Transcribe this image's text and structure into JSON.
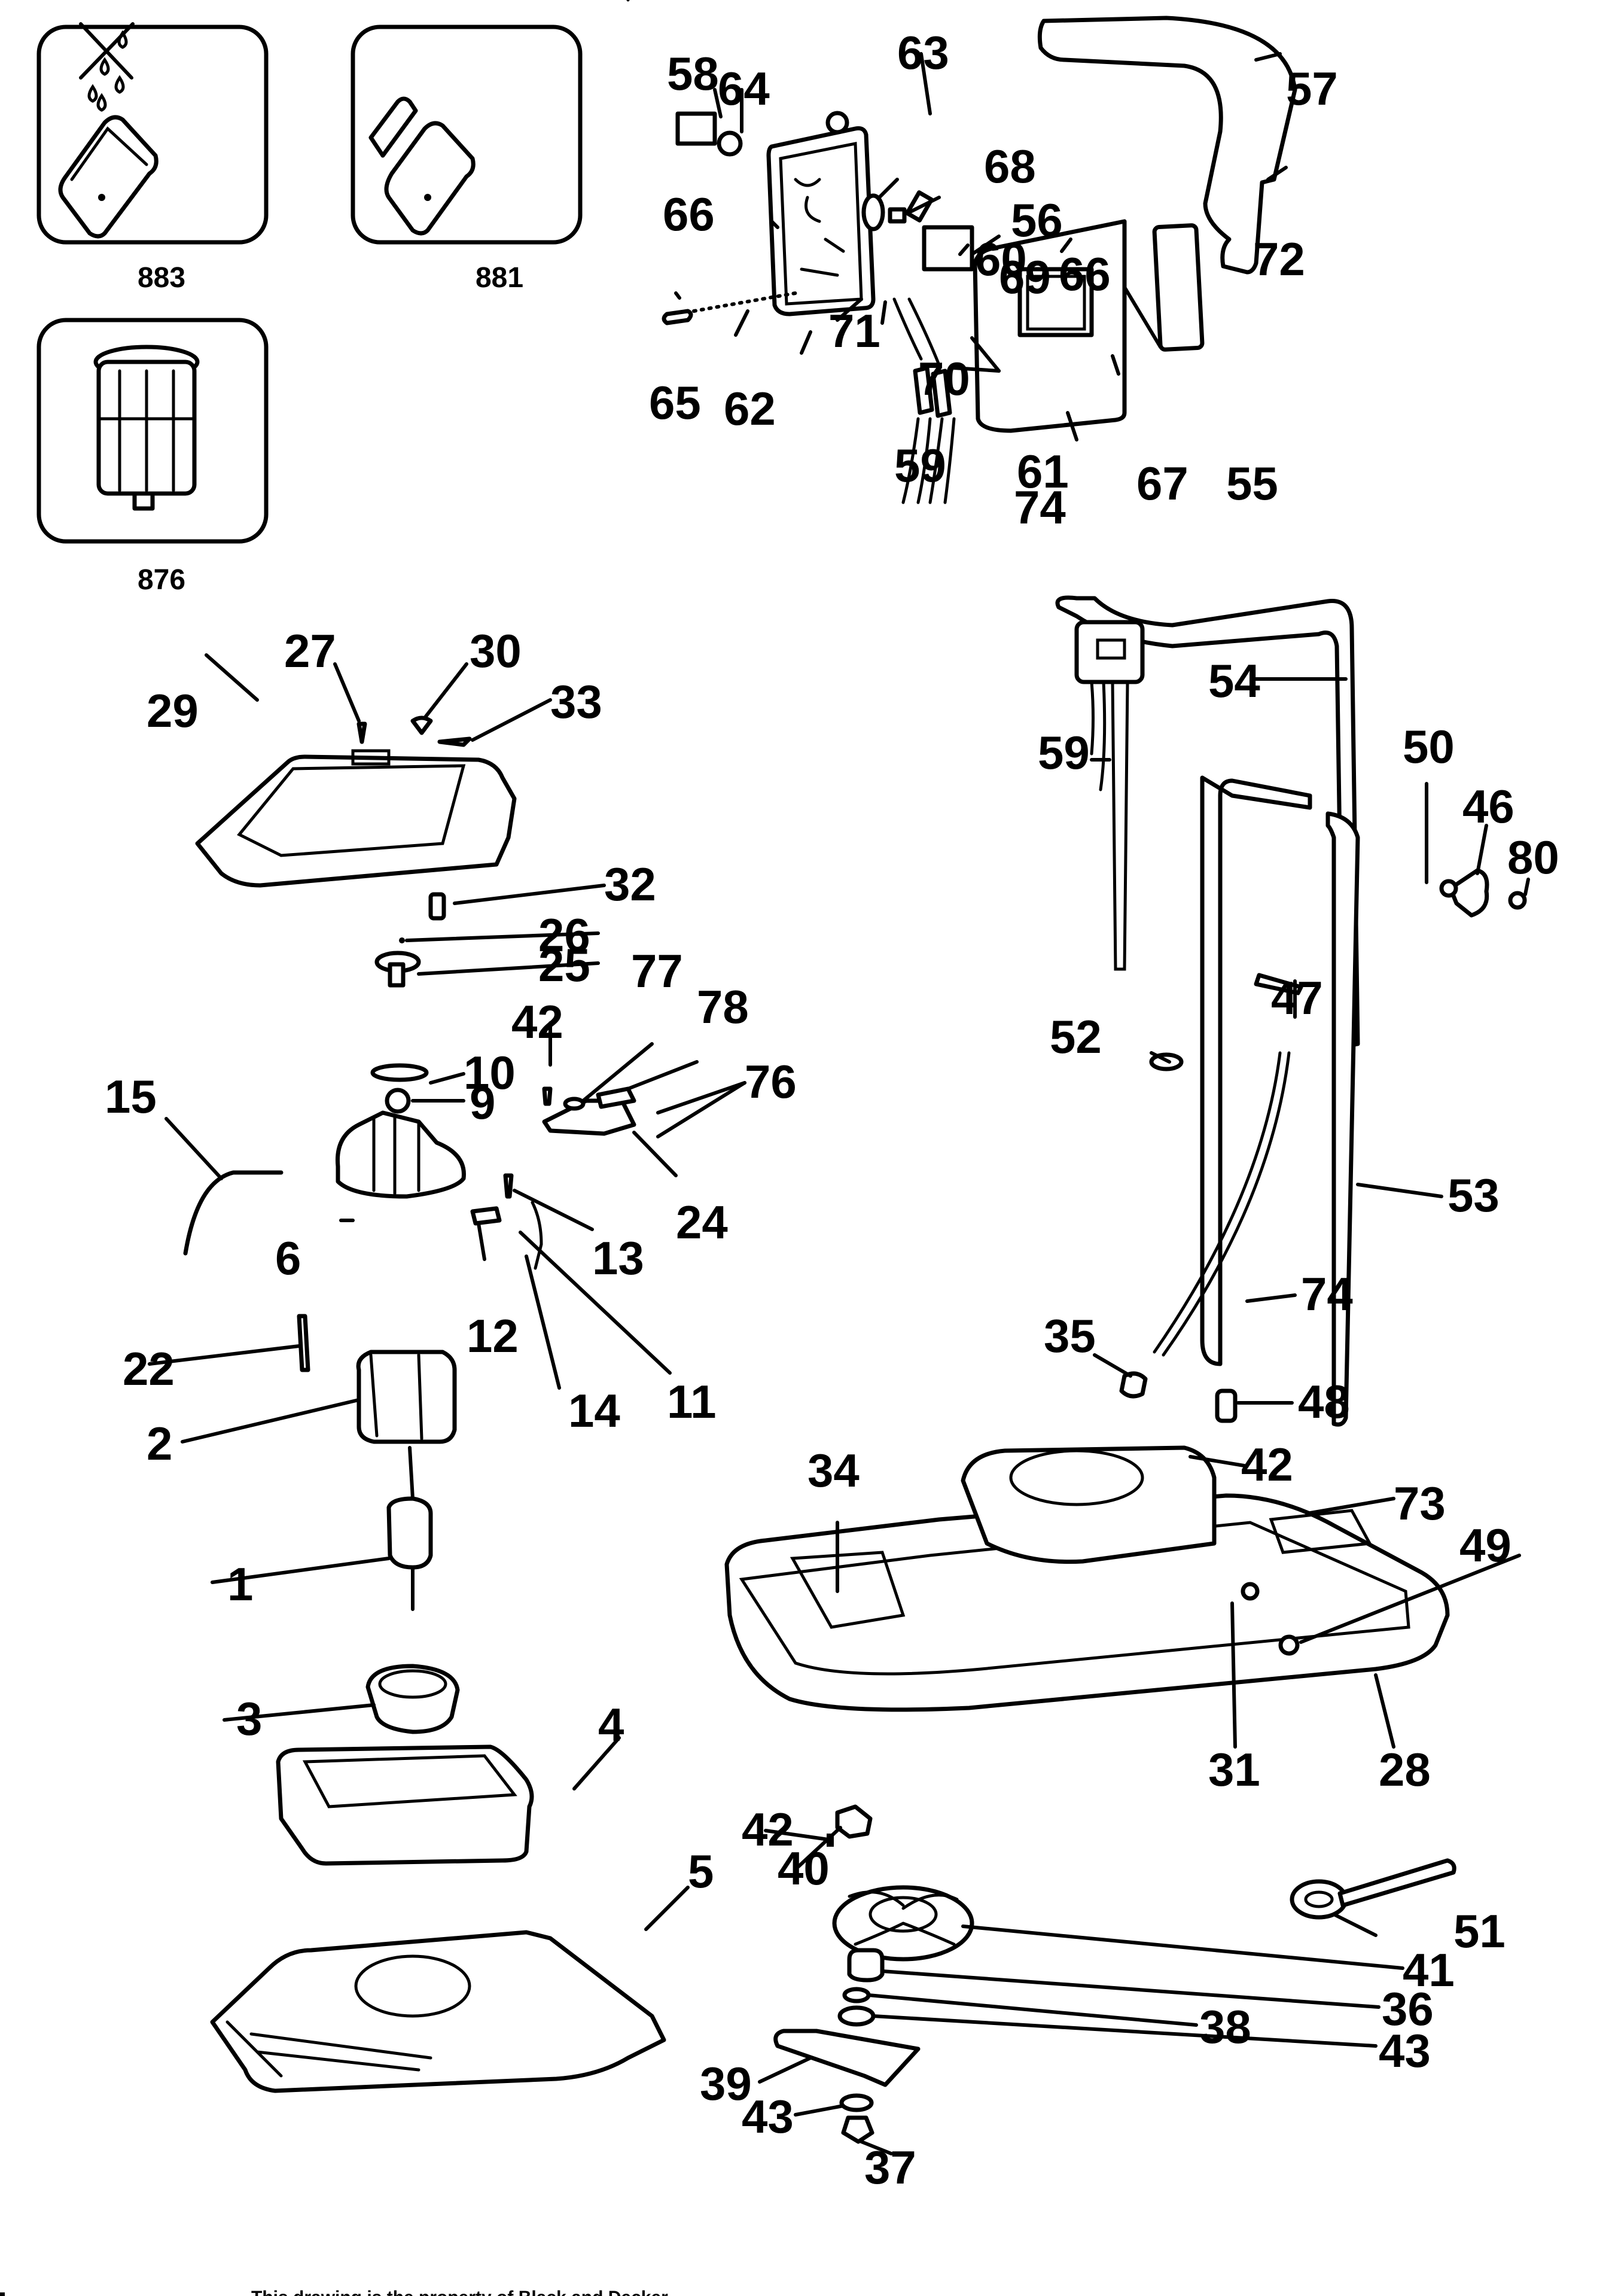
{
  "diagram": {
    "type": "exploded-parts-diagram",
    "subject": "hover lawn mower",
    "ink_color": "#000000",
    "background_color": "#ffffff"
  },
  "icons": [
    {
      "name": "carbon-brush-no-water",
      "code": "883"
    },
    {
      "name": "carbon-brush-with-water",
      "code": "881"
    },
    {
      "name": "motor-assembly",
      "code": "876"
    }
  ],
  "parts": [
    {
      "id": "1"
    },
    {
      "id": "2"
    },
    {
      "id": "3"
    },
    {
      "id": "4"
    },
    {
      "id": "5"
    },
    {
      "id": "6"
    },
    {
      "id": "9"
    },
    {
      "id": "10"
    },
    {
      "id": "11"
    },
    {
      "id": "12"
    },
    {
      "id": "13"
    },
    {
      "id": "14"
    },
    {
      "id": "15"
    },
    {
      "id": "22"
    },
    {
      "id": "24"
    },
    {
      "id": "25"
    },
    {
      "id": "26"
    },
    {
      "id": "27"
    },
    {
      "id": "28"
    },
    {
      "id": "29"
    },
    {
      "id": "30"
    },
    {
      "id": "31"
    },
    {
      "id": "32"
    },
    {
      "id": "33"
    },
    {
      "id": "34"
    },
    {
      "id": "35"
    },
    {
      "id": "36"
    },
    {
      "id": "37"
    },
    {
      "id": "38"
    },
    {
      "id": "39"
    },
    {
      "id": "40"
    },
    {
      "id": "41"
    },
    {
      "id": "42"
    },
    {
      "id": "43"
    },
    {
      "id": "46"
    },
    {
      "id": "47"
    },
    {
      "id": "48"
    },
    {
      "id": "49"
    },
    {
      "id": "50"
    },
    {
      "id": "51"
    },
    {
      "id": "52"
    },
    {
      "id": "53"
    },
    {
      "id": "54"
    },
    {
      "id": "55"
    },
    {
      "id": "56"
    },
    {
      "id": "57"
    },
    {
      "id": "58"
    },
    {
      "id": "59"
    },
    {
      "id": "60"
    },
    {
      "id": "61"
    },
    {
      "id": "62"
    },
    {
      "id": "63"
    },
    {
      "id": "64"
    },
    {
      "id": "65"
    },
    {
      "id": "66"
    },
    {
      "id": "67"
    },
    {
      "id": "68"
    },
    {
      "id": "69"
    },
    {
      "id": "70"
    },
    {
      "id": "71"
    },
    {
      "id": "72"
    },
    {
      "id": "73"
    },
    {
      "id": "74"
    },
    {
      "id": "76"
    },
    {
      "id": "77"
    },
    {
      "id": "78"
    },
    {
      "id": "80"
    }
  ],
  "labels": {
    "l1": "1",
    "l2": "2",
    "l3": "3",
    "l4": "4",
    "l5": "5",
    "l6": "6",
    "l9": "9",
    "l10": "10",
    "l11": "11",
    "l12": "12",
    "l13": "13",
    "l14": "14",
    "l15": "15",
    "l22": "22",
    "l24": "24",
    "l25": "25",
    "l26": "26",
    "l27": "27",
    "l28": "28",
    "l29": "29",
    "l30": "30",
    "l31": "31",
    "l32": "32",
    "l33": "33",
    "l34": "34",
    "l35": "35",
    "l36": "36",
    "l37": "37",
    "l38": "38",
    "l39": "39",
    "l40": "40",
    "l41": "41",
    "l42a": "42",
    "l42b": "42",
    "l42c": "42",
    "l43a": "43",
    "l43b": "43",
    "l46": "46",
    "l47": "47",
    "l48": "48",
    "l49": "49",
    "l50": "50",
    "l51": "51",
    "l52": "52",
    "l53": "53",
    "l54": "54",
    "l55": "55",
    "l56": "56",
    "l57": "57",
    "l58": "58",
    "l59a": "59",
    "l59b": "59",
    "l60": "60",
    "l61": "61",
    "l62": "62",
    "l63": "63",
    "l64": "64",
    "l65": "65",
    "l66a": "66",
    "l66b": "66",
    "l67": "67",
    "l68": "68",
    "l69": "69",
    "l70": "70",
    "l71": "71",
    "l72": "72",
    "l73": "73",
    "l74a": "74",
    "l74b": "74",
    "l76": "76",
    "l77": "77",
    "l78": "78",
    "l80": "80"
  },
  "footer": {
    "text": "This drawing is the property of Black and Decker ..."
  }
}
